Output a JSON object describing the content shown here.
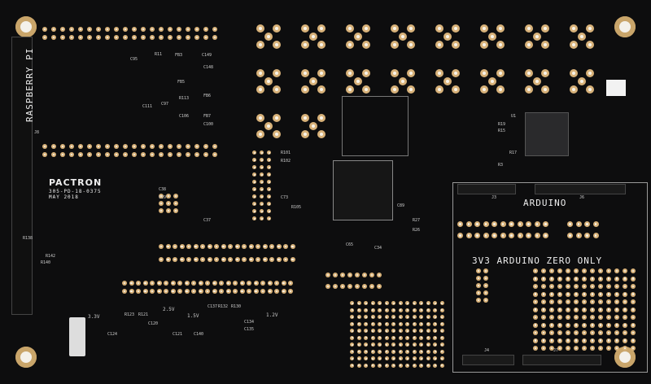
{
  "board": {
    "logo": "PACTRON",
    "part_number": "305-PD-18-0375",
    "date": "MAY 2018",
    "rpi_label": "RASPBERRY PI",
    "arduino_label": "ARDUINO",
    "arduino_zero_label": "3V3 ARDUINO ZERO ONLY",
    "connectors": {
      "j3": "J3",
      "j6": "J6",
      "j4": "J4",
      "j7": "J7",
      "j8": "J8"
    },
    "voltages": {
      "v33": "3.3V",
      "v25": "2.5V",
      "v15": "1.5V",
      "v12": "1.2V"
    },
    "refs": [
      "C95",
      "R11",
      "FB3",
      "C149",
      "C148",
      "FB5",
      "C111",
      "C97",
      "R113",
      "FB6",
      "C106",
      "FB7",
      "C100",
      "R101",
      "R102",
      "C38",
      "C39",
      "C37",
      "C73",
      "R105",
      "C65",
      "C34",
      "R27",
      "R26",
      "C89",
      "U1",
      "R19",
      "R15",
      "R17",
      "R3",
      "C124",
      "C120",
      "C121",
      "C140",
      "C134",
      "C135",
      "R123",
      "R121",
      "C137",
      "R132",
      "R130",
      "R142",
      "R140",
      "R138"
    ]
  },
  "colors": {
    "board": "#0d0d0e",
    "pad_ring": "#d8b27a",
    "pad_center": "#f8f4ea",
    "silkscreen": "#eeeeee"
  }
}
